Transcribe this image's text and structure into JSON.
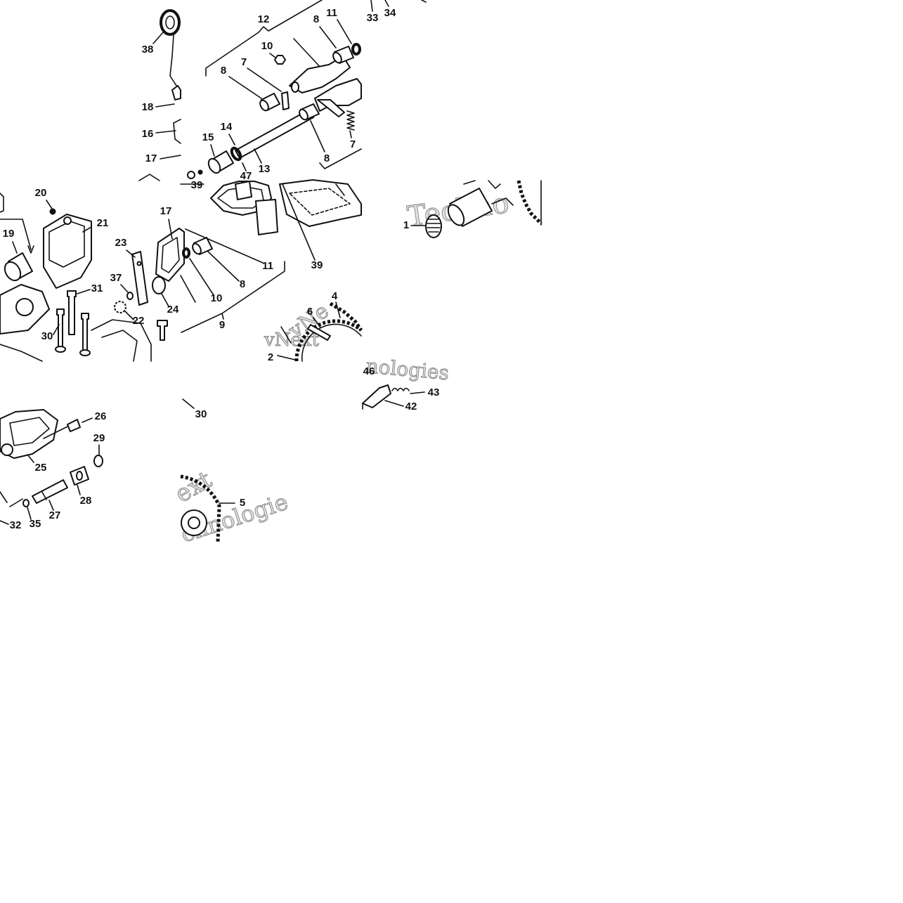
{
  "diagram": {
    "callouts": [
      "38",
      "18",
      "16",
      "17",
      "12",
      "11",
      "8",
      "10",
      "7",
      "8",
      "15",
      "14",
      "47",
      "39",
      "13",
      "8",
      "7",
      "33",
      "34",
      "20",
      "21",
      "19",
      "23",
      "17",
      "37",
      "22",
      "24",
      "31",
      "30",
      "10",
      "8",
      "11",
      "9",
      "39",
      "4",
      "6",
      "2",
      "1",
      "26",
      "29",
      "25",
      "28",
      "27",
      "35",
      "32",
      "30",
      "5",
      "46",
      "43",
      "42"
    ],
    "watermark": [
      "Techno",
      "vNe",
      "vNext",
      "nologies",
      "ext",
      "chnologie"
    ]
  },
  "colors": {
    "line": "#111111",
    "background": "#ffffff",
    "watermark": "#8a8a8a"
  }
}
